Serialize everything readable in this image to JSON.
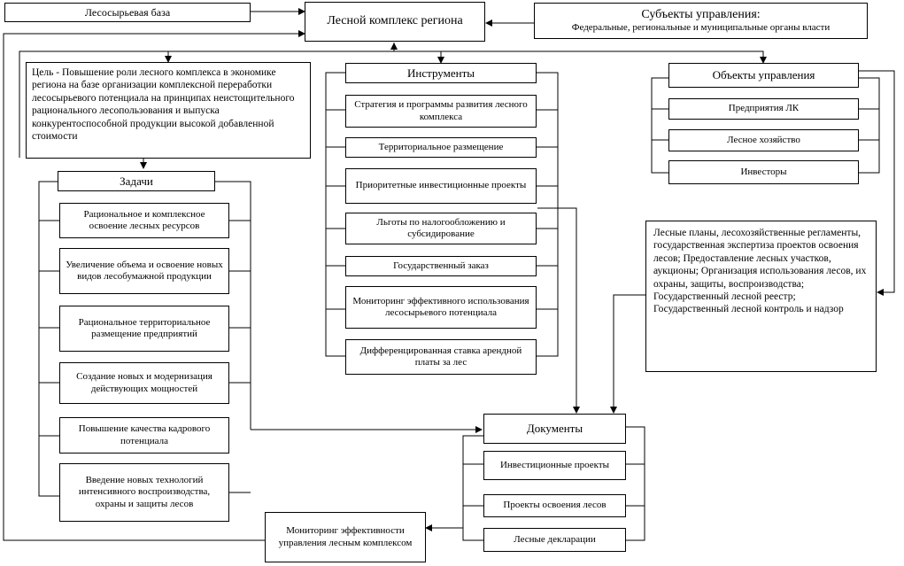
{
  "base": "Лесосырьевая база",
  "complex": "Лесной комплекс  региона",
  "subjects": {
    "title": "Субъекты управления:",
    "subtitle": "Федеральные, региональные и муниципальные органы власти"
  },
  "goal": "Цель -  Повышение роли лесного комплекса в экономике региона на базе организации комплексной переработки лесосырьевого потенциала на принципах неистощительного рационального лесопользования и выпуска конкурентоспособной продукции высокой добавленной стоимости",
  "tasks": {
    "title": "Задачи",
    "items": [
      "Рациональное и комплексное освоение лесных ресурсов",
      "Увеличение объема и освоение новых видов лесобумажной продукции",
      "Рациональное территориальное размещение предприятий",
      "Создание новых и модернизация действующих мощностей",
      "Повышение качества кадрового потенциала",
      "Введение новых технологий интенсивного воспроизводства, охраны и защиты лесов"
    ]
  },
  "tools": {
    "title": "Инструменты",
    "items": [
      "Стратегия и программы развития лесного комплекса",
      "Территориальное размещение",
      "Приоритетные инвестиционные проекты",
      "Льготы по налогообложению и субсидирование",
      "Государственный заказ",
      "Мониторинг эффективного использования лесосырьевого потенциала",
      "Дифференцированная ставка арендной платы за лес"
    ]
  },
  "objects": {
    "title": "Объекты управления",
    "items": [
      "Предприятия ЛК",
      "Лесное хозяйство",
      "Инвесторы"
    ]
  },
  "forest_docs": "Лесные планы, лесохозяйственные регламенты, государственная экспертиза проектов освоения лесов; Предоставление лесных участков, аукционы; Организация использования лесов, их охраны, защиты, воспроизводства; Государственный лесной реестр; Государственный лесной контроль и надзор",
  "documents": {
    "title": "Документы",
    "items": [
      "Инвестиционные проекты",
      "Проекты освоения лесов",
      "Лесные декларации"
    ]
  },
  "monitoring": "Мониторинг эффективности управления лесным комплексом"
}
